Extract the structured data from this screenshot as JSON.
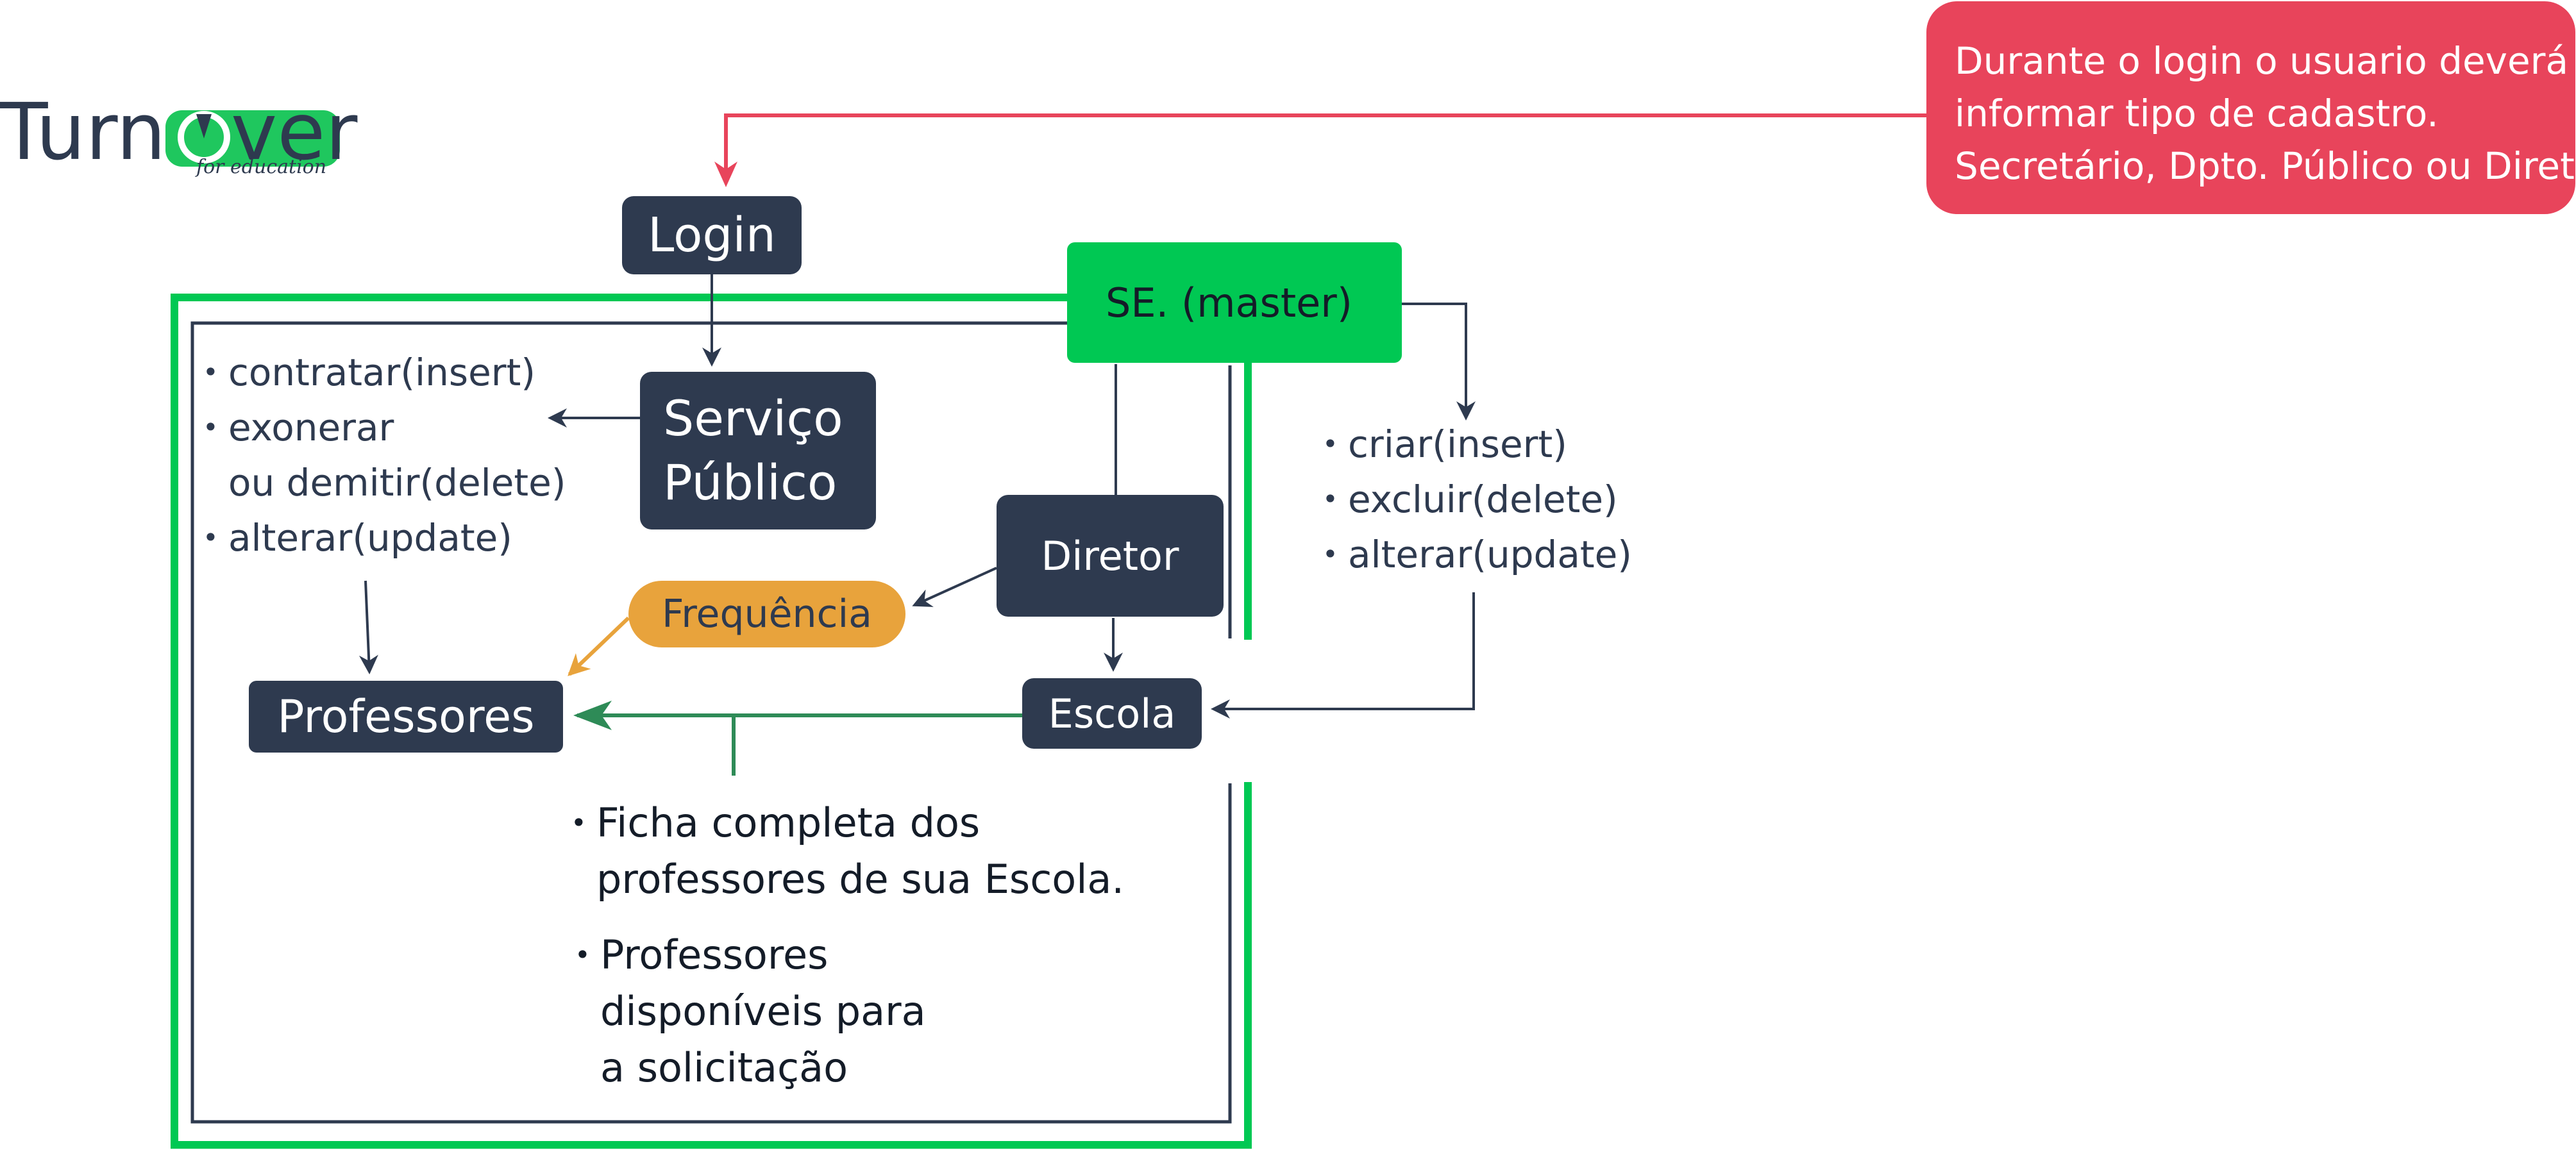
{
  "logo": {
    "word_before": "Turn",
    "word_after": "ver",
    "tagline": "for education",
    "accent_color": "#1fc75e"
  },
  "callout": {
    "lines": [
      "Durante o login o usuario deverá",
      "informar tipo de cadastro.",
      "Secretário, Dpto. Público ou Diretor"
    ],
    "color": "#e8445b"
  },
  "nodes": {
    "login": "Login",
    "servico_publico": [
      "Serviço",
      "Público"
    ],
    "master": "SE. (master)",
    "diretor": "Diretor",
    "frequencia": "Frequência",
    "professores": "Professores",
    "escola": "Escola"
  },
  "servico_actions": [
    "contratar(insert)",
    "exonerar",
    "ou demitir(delete)",
    "alterar(update)"
  ],
  "master_actions": [
    "criar(insert)",
    "excluir(delete)",
    "alterar(update)"
  ],
  "escola_notes": {
    "note1": [
      "Ficha completa dos",
      "professores de sua Escola."
    ],
    "note2": [
      "Professores",
      "disponíveis para",
      "a solicitação"
    ]
  },
  "colors": {
    "dark_node": "#2e3a4f",
    "master_green": "#00c853",
    "frequencia_orange": "#e8a33c",
    "flow_green": "#2e8b57",
    "alert_red": "#e8445b"
  }
}
